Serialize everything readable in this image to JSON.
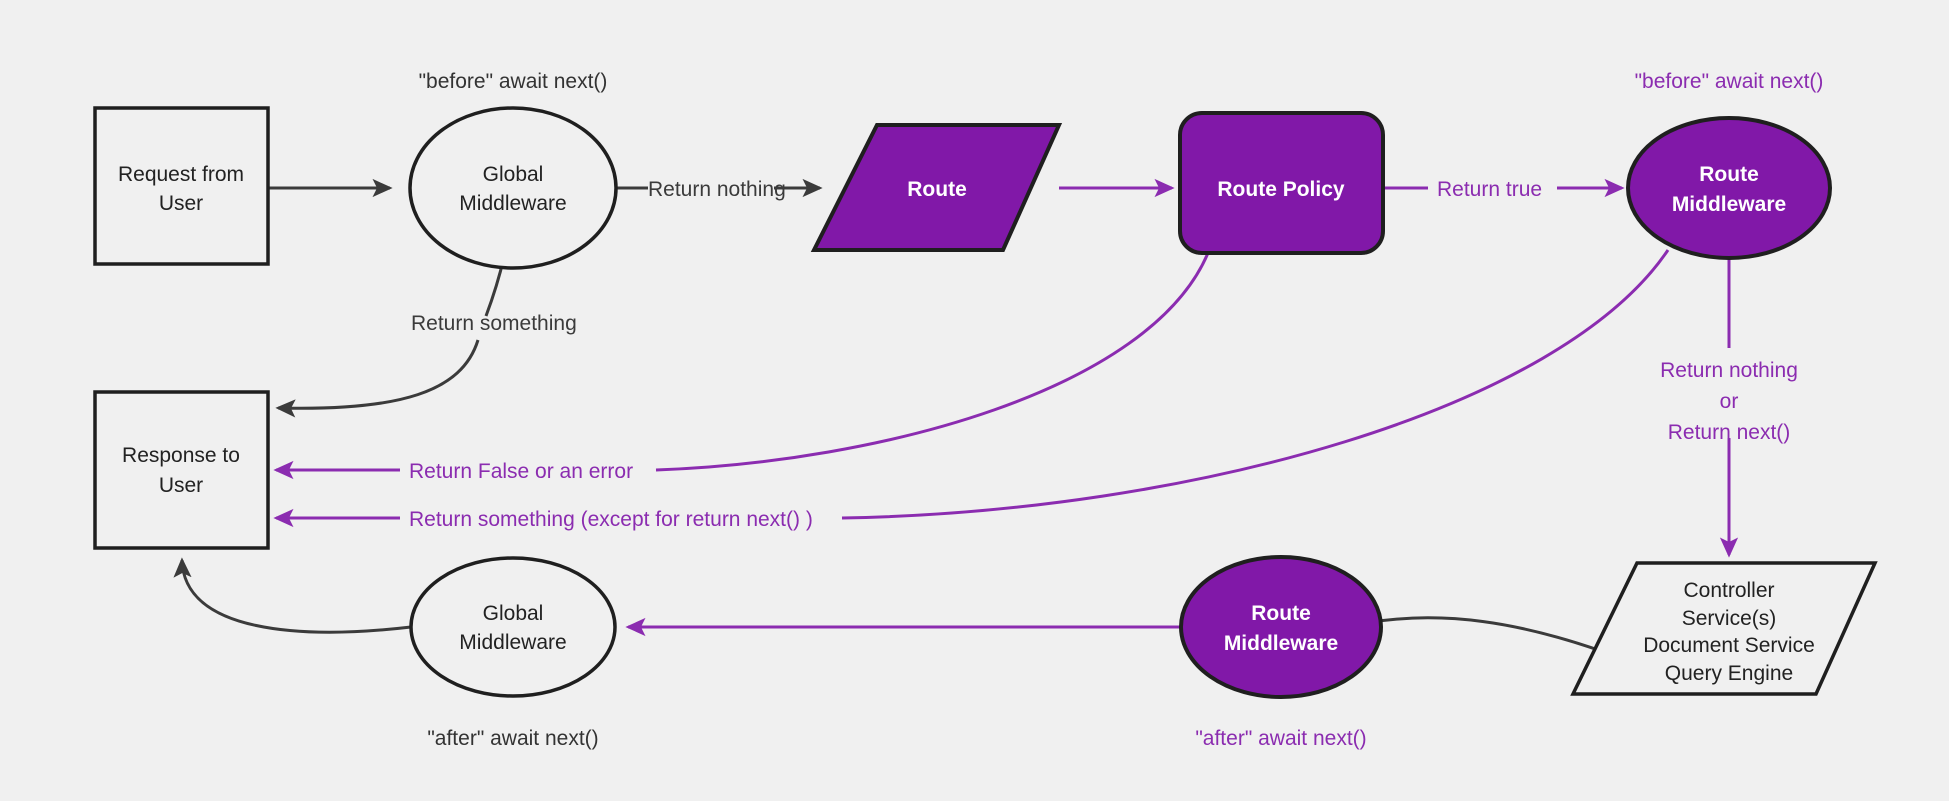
{
  "diagram": {
    "title": "Request middleware lifecycle flow",
    "background_color": "#f0f0f0",
    "accent_color": "#8118a8",
    "accent_text_color": "#8b2cb0",
    "dark_color": "#3b3b3b"
  },
  "nodes": {
    "request_from_user": {
      "line1": "Request from",
      "line2": "User"
    },
    "global_middleware_top": {
      "line1": "Global",
      "line2": "Middleware"
    },
    "route": {
      "label": "Route"
    },
    "route_policy": {
      "label": "Route Policy"
    },
    "route_middleware_top": {
      "line1": "Route",
      "line2": "Middleware"
    },
    "controller": {
      "line1": "Controller",
      "line2": "Service(s)",
      "line3": "Document Service",
      "line4": "Query Engine"
    },
    "route_middleware_bottom": {
      "line1": "Route",
      "line2": "Middleware"
    },
    "global_middleware_bottom": {
      "line1": "Global",
      "line2": "Middleware"
    },
    "response_to_user": {
      "line1": "Response to",
      "line2": "User"
    }
  },
  "annotations": {
    "before_global": "\"before\" await next()",
    "before_route_mw": "\"before\" await next()",
    "after_global": "\"after\" await next()",
    "after_route_mw": "\"after\" await next()"
  },
  "edge_labels": {
    "return_nothing": "Return nothing",
    "return_something_global": "Return something",
    "return_true": "Return true",
    "return_false_or_error": "Return False or an error",
    "return_something_except": "Return something (except for return next() )",
    "return_nothing_or_next_l1": "Return nothing",
    "return_nothing_or_next_l2": "or",
    "return_nothing_or_next_l3": "Return next()"
  }
}
